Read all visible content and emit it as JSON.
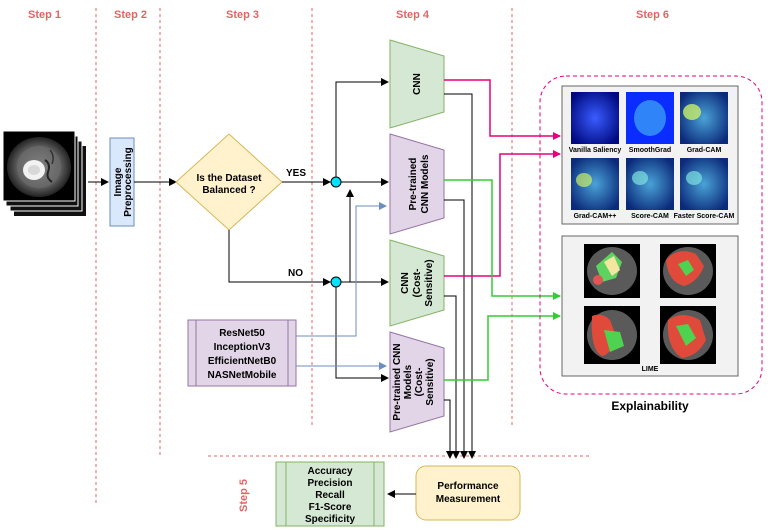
{
  "steps": {
    "step1": "Step 1",
    "step2": "Step 2",
    "step3": "Step 3",
    "step4": "Step 4",
    "step5": "Step 5",
    "step6": "Step 6"
  },
  "preprocessing": {
    "line1": "Image",
    "line2": "Preprocessing"
  },
  "decision": {
    "line1": "Is the Dataset",
    "line2": "Balanced ?"
  },
  "branch": {
    "yes": "YES",
    "no": "NO"
  },
  "models": {
    "cnn": "CNN",
    "pretrained": {
      "line1": "Pre-trained",
      "line2": "CNN Models"
    },
    "cnn_cost": {
      "line1": "CNN",
      "line2": "(Cost-",
      "line3": "Sensitive)"
    },
    "pretrained_cost": {
      "line1": "Pre-trained CNN",
      "line2": "Models",
      "line3": "(Cost-",
      "line4": "Sensitive)"
    }
  },
  "backbones": [
    "ResNet50",
    "InceptionV3",
    "EfficientNetB0",
    "NASNetMobile"
  ],
  "metrics": [
    "Accuracy",
    "Precision",
    "Recall",
    "F1-Score",
    "Specificity"
  ],
  "performance": {
    "line1": "Performance",
    "line2": "Measurement"
  },
  "saliency_labels": [
    "Vanilla Saliency",
    "SmoothGrad",
    "Grad-CAM",
    "Grad-CAM++",
    "Score-CAM",
    "Faster Score-CAM"
  ],
  "lime_label": "LIME",
  "explainability_label": "Explainability",
  "colors": {
    "step_red": "#e06666",
    "preprocess_fill": "#dae8fc",
    "decision_fill": "#fff2cc",
    "cnn_fill": "#d5e8d4",
    "pretrained_fill": "#e1d5e7",
    "perf_fill": "#fff2cc",
    "magenta_arrow": "#e6007e",
    "green_arrow": "#33cc33",
    "blue_arrow": "#6c8ebf"
  }
}
